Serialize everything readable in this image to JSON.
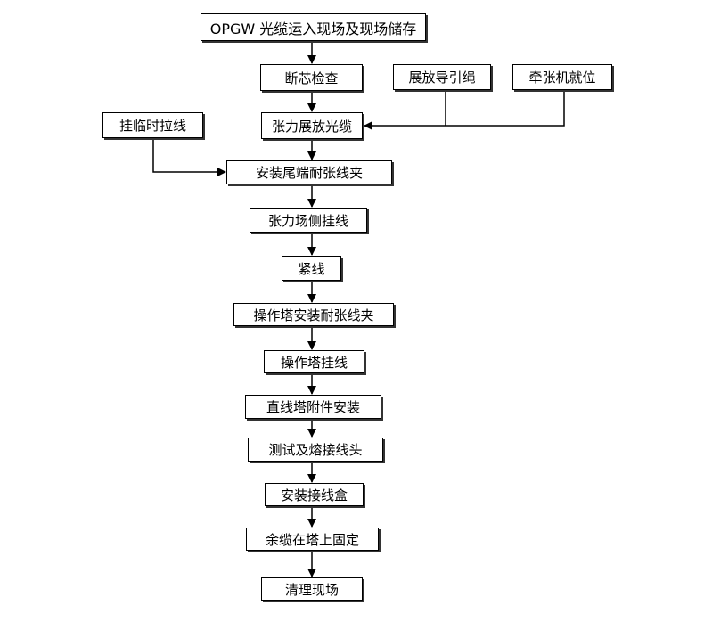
{
  "flow": {
    "steps": [
      "OPGW 光缆运入现场及现场储存",
      "断芯检查",
      "张力展放光缆",
      "安装尾端耐张线夹",
      "张力场侧挂线",
      "紧线",
      "操作塔安装耐张线夹",
      "操作塔挂线",
      "直线塔附件安装",
      "测试及熔接线头",
      "安装接线盒",
      "余缆在塔上固定",
      "清理现场"
    ],
    "side": {
      "guide_rope": "展放导引绳",
      "tension_machine": "牵张机就位",
      "temp_stay": "挂临时拉线"
    }
  }
}
